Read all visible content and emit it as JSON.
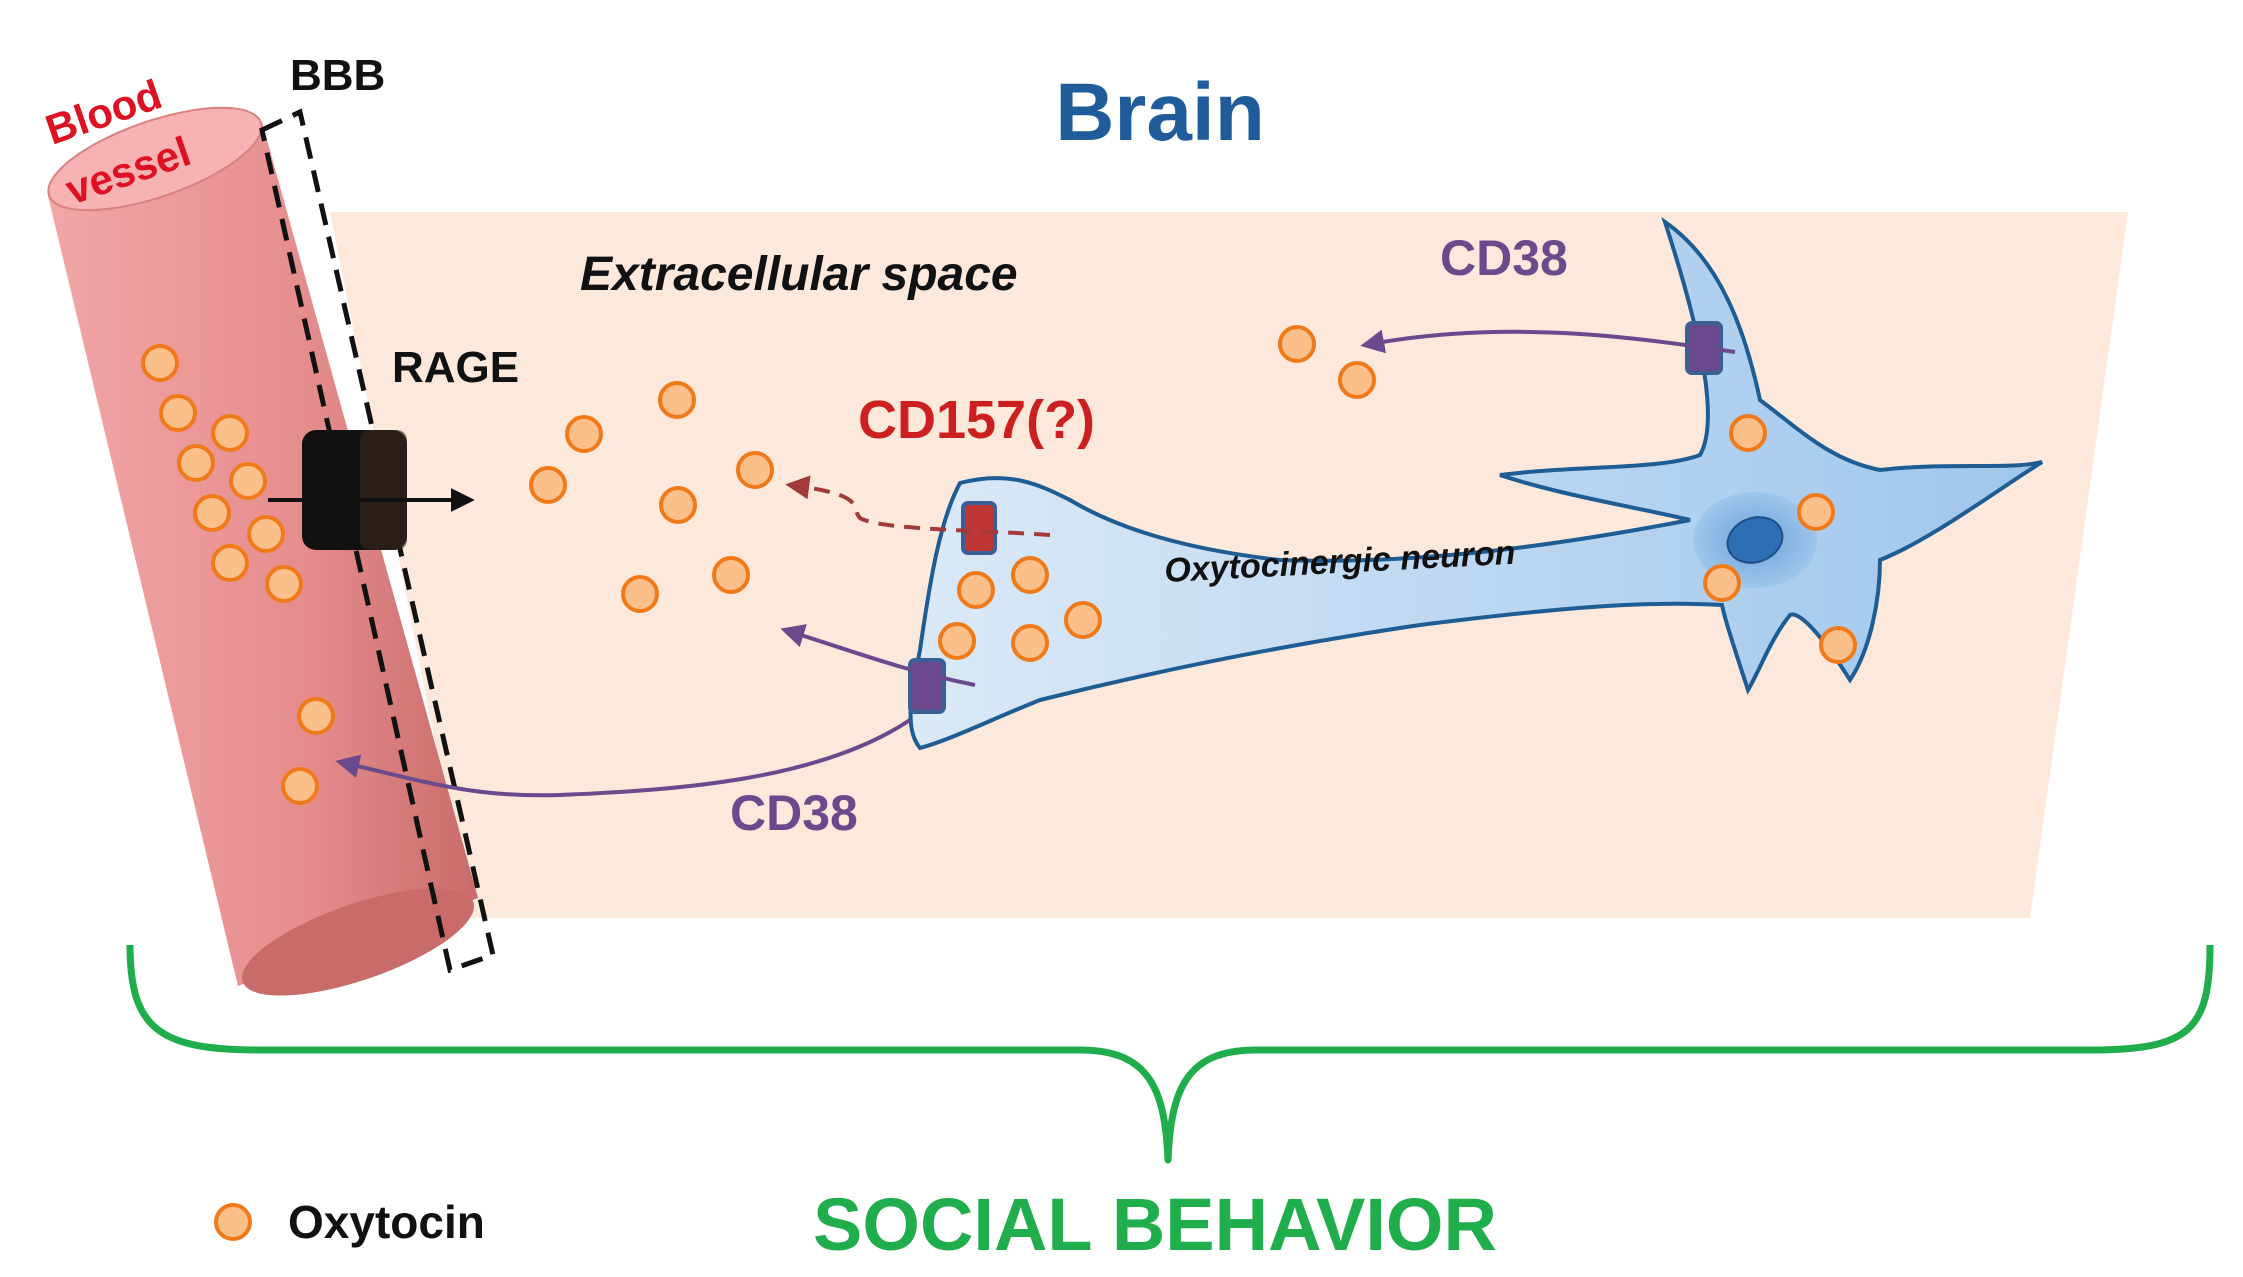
{
  "labels": {
    "blood_vessel_line1": "Blood",
    "blood_vessel_line2": "vessel",
    "bbb": "BBB",
    "brain": "Brain",
    "extracellular_space": "Extracellular space",
    "rage": "RAGE",
    "cd157": "CD157(?)",
    "cd38_top": "CD38",
    "cd38_bottom": "CD38",
    "neuron": "Oxytocinergic neuron",
    "legend_oxytocin": "Oxytocin",
    "social_behavior": "SOCIAL BEHAVIOR"
  },
  "colors": {
    "brain_title": "#1f5c99",
    "vessel_label": "#dd1122",
    "cd157": "#cc1f1f",
    "cd38": "#6a4a8c",
    "social_behavior": "#1fae4b",
    "brace": "#1fae4b",
    "extracellular_region": "#fde9dc",
    "vessel_fill": "#e99393",
    "neuron_fill": "#cfe3f5",
    "oxytocin_fill": "#fbbf8a",
    "oxytocin_stroke": "#f07a1a"
  },
  "icons": {
    "oxytocin": "orange-circle",
    "rage": "black-square-transporter",
    "cd38": "purple-receptor",
    "cd157": "red-receptor"
  }
}
